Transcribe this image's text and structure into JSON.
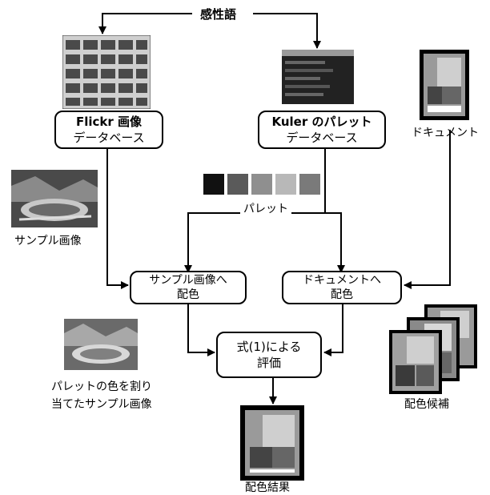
{
  "top_label": "感性語",
  "boxes": {
    "flickr": {
      "line1": "Flickr 画像",
      "line2": "データベース"
    },
    "kuler": {
      "line1": "Kuler のパレット",
      "line2": "データベース"
    },
    "to_sample": {
      "line1": "サンプル画像へ",
      "line2": "配色"
    },
    "to_document": {
      "line1": "ドキュメントへ",
      "line2": "配色"
    },
    "evaluation": {
      "line1": "式(1)による",
      "line2": "評価"
    }
  },
  "labels": {
    "document": "ドキュメント",
    "palette": "パレット",
    "sample_image": "サンプル画像",
    "assigned_line1": "パレットの色を割り",
    "assigned_line2": "当てたサンプル画像",
    "candidates": "配色候補",
    "result": "配色結果"
  }
}
